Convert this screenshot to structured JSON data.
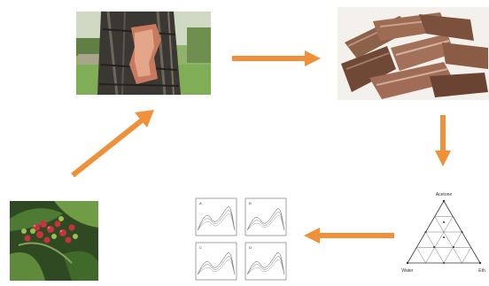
{
  "figure": {
    "kind": "graphical-abstract workflow",
    "arrow_color": "#f0913a",
    "panels": [
      {
        "id": "bark-tree",
        "content": "photo of tree trunk with bark removed"
      },
      {
        "id": "bark-pieces",
        "content": "photo of dried bark pieces"
      },
      {
        "id": "ternary-diagram",
        "content": "ternary mixture design triangle"
      },
      {
        "id": "spectra-plots",
        "content": "four spectra plots"
      },
      {
        "id": "fruits-plant",
        "content": "photo of plant with red and green berries"
      }
    ],
    "ternary": {
      "vertex_top": "Acetone",
      "vertex_left": "Water",
      "vertex_right": "Eth"
    },
    "spectra": {
      "subplot_labels": [
        "A",
        "B",
        "C",
        "D"
      ]
    }
  }
}
